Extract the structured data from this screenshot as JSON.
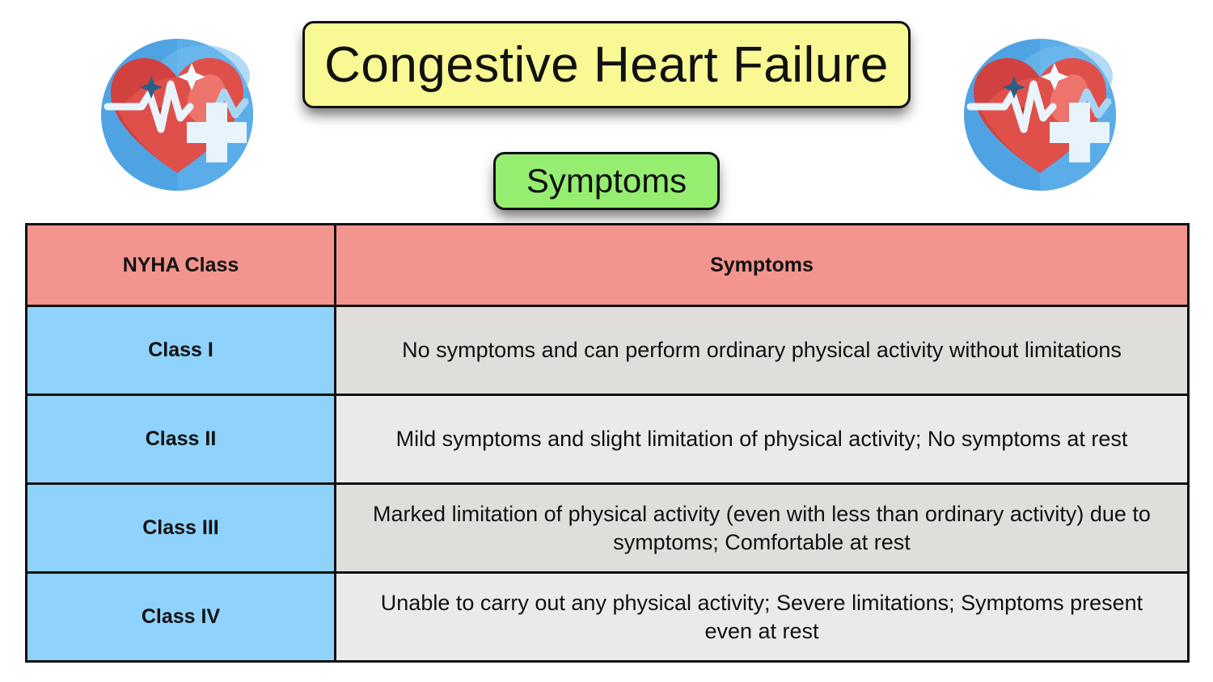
{
  "page": {
    "background_color": "#ffffff"
  },
  "header": {
    "title": "Congestive Heart Failure",
    "title_bg_color": "#f8f894",
    "subtitle": "Symptoms",
    "subtitle_bg_color": "#96ee70",
    "icons": [
      {
        "name": "heart-health-icon-left",
        "alt": "heart with ECG line and medical cross in blue circle"
      },
      {
        "name": "heart-health-icon-right",
        "alt": "heart with ECG line and medical cross in blue circle"
      }
    ]
  },
  "table": {
    "header_bg_color": "#f2958e",
    "class_cell_bg_color": "#8fd2fb",
    "columns": [
      "NYHA Class",
      "Symptoms"
    ],
    "rows": [
      {
        "class": "Class I",
        "symptoms": "No symptoms and can perform ordinary physical activity without limitations"
      },
      {
        "class": "Class II",
        "symptoms": "Mild symptoms and slight limitation of physical activity; No symptoms at rest"
      },
      {
        "class": "Class III",
        "symptoms": "Marked limitation of physical activity (even with less than ordinary activity) due to symptoms; Comfortable at rest"
      },
      {
        "class": "Class IV",
        "symptoms": "Unable to carry out any physical activity; Severe limitations; Symptoms present even at rest"
      }
    ]
  }
}
